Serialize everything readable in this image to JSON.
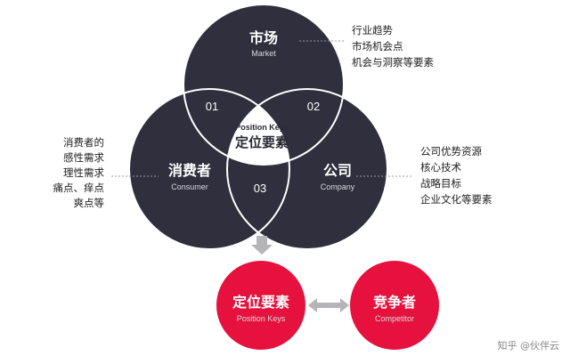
{
  "venn": {
    "market": {
      "title": "市场",
      "subtitle": "Market"
    },
    "consumer": {
      "title": "消费者",
      "subtitle": "Consumer"
    },
    "company": {
      "title": "公司",
      "subtitle": "Company"
    },
    "overlaps": {
      "o1": "01",
      "o2": "02",
      "o3": "03"
    },
    "center": {
      "en": "Position Keys",
      "zh": "定位要素"
    }
  },
  "notes": {
    "market": [
      "行业趋势",
      "市场机会点",
      "机会与洞察等要素"
    ],
    "consumer": [
      "消费者的",
      "感性需求",
      "理性需求",
      "痛点、痒点",
      "爽点等"
    ],
    "company": [
      "公司优势资源",
      "核心技术",
      "战略目标",
      "企业文化等要素"
    ]
  },
  "bottom": {
    "position": {
      "title": "定位要素",
      "subtitle": "Position Keys"
    },
    "competitor": {
      "title": "竞争者",
      "subtitle": "Competitor"
    }
  },
  "watermark": "知乎 @伙伴云",
  "colors": {
    "dark": "#2f2f3d",
    "red": "#e6123d",
    "lines": "#ffffff",
    "arrow": "#b5b5b8",
    "leader": "#999999"
  }
}
